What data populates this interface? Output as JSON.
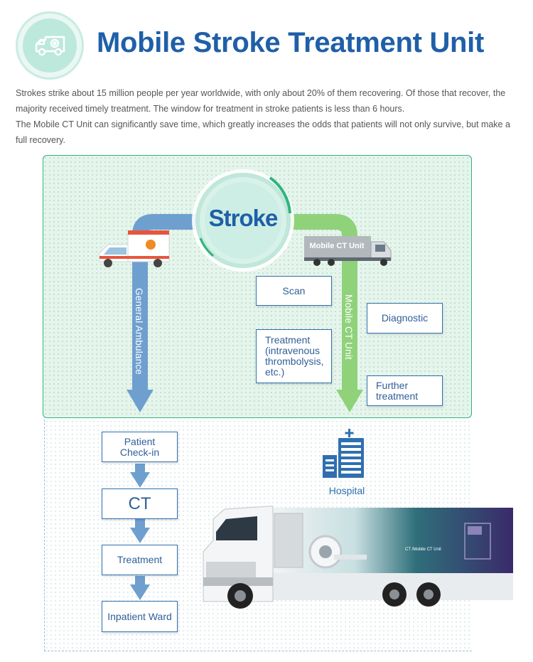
{
  "header": {
    "title": "Mobile Stroke Treatment Unit",
    "icon": "mobile-unit-icon"
  },
  "intro": {
    "paragraph1": "Strokes strike about 15 million people per year worldwide, with only about 20% of them recovering. Of those that recover, the majority received timely treatment. The window for treatment in stroke patients is less than 6 hours.",
    "paragraph2": "The Mobile CT Unit can significantly save time, which greatly increases the odds that patients will not only survive, but make a full recovery."
  },
  "diagram": {
    "center": "Stroke",
    "left_path_label": "General Ambulance",
    "right_path_label": "Mobile CT Unit",
    "truck_label": "Mobile CT Unit",
    "right_steps": {
      "scan": "Scan",
      "diagnostic": "Diagnostic",
      "treatment": "Treatment (intravenous thrombolysis, etc.)",
      "further": "Further treatment"
    },
    "left_steps": {
      "checkin": "Patient Check-in",
      "ct": "CT",
      "treatment": "Treatment",
      "ward": "Inpatient Ward"
    },
    "hospital": "Hospital",
    "truck_side_text": "CT /Mobile CT Unit",
    "colors": {
      "blue_path": "#6f9fcf",
      "green_path": "#8fd27a",
      "title": "#1f5fa8",
      "panel_border": "#2eb47e"
    }
  }
}
